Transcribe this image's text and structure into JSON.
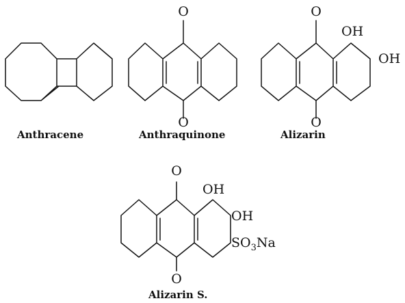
{
  "structures": [
    {
      "name": "Anthracene",
      "atoms": []
    },
    {
      "name": "Anthraquinone",
      "atoms": [
        "O",
        "O"
      ]
    },
    {
      "name": "Alizarin",
      "atoms": [
        "O",
        "O",
        "OH",
        "OH"
      ]
    },
    {
      "name": "Alizarin S.",
      "atoms": [
        "O",
        "O",
        "OH",
        "OH"
      ],
      "substituent": {
        "prefix": "SO",
        "subscript": "3",
        "suffix": "Na"
      }
    }
  ]
}
